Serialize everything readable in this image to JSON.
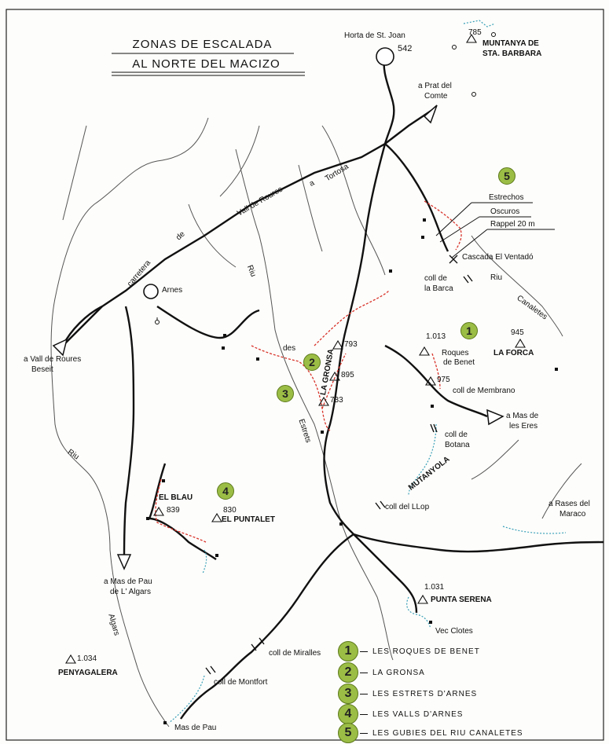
{
  "title": {
    "line1": "ZONAS DE ESCALADA",
    "line2": "AL NORTE DEL MACIZO"
  },
  "colors": {
    "zone_fill": "#9bbd45",
    "route_red": "#d8332a",
    "path_blue": "#3aa0b8",
    "road": "#111111",
    "river": "#444444"
  },
  "places": {
    "horta": "Horta de St. Joan",
    "horta_alt": "542",
    "santa_barbara_alt": "785",
    "santa_barbara_1": "MUNTANYA DE",
    "santa_barbara_2": "STA. BARBARA",
    "prat_1": "a Prat del",
    "prat_2": "Comte",
    "estrechos": "Estrechos",
    "oscuros": "Oscuros",
    "rappel": "Rappel 20 m",
    "cascada": "Cascada El Ventadó",
    "coll_barca_1": "coll de",
    "coll_barca_2": "la Barca",
    "riu_east": "Riu",
    "canaletes": "Canaletes",
    "arnes": "Arnes",
    "vall_roures_1": "a Vall de Roures",
    "vall_roures_2": "Beseit",
    "alt_1013": "1.013",
    "roques_1": "Roques",
    "roques_2": "de Benet",
    "alt_945": "945",
    "la_forca": "LA FORCA",
    "alt_793": "793",
    "alt_895": "895",
    "la_gronsa": "LA GRONSA",
    "alt_733": "733",
    "alt_975": "975",
    "coll_membrano": "coll de Membrano",
    "mas_eres_1": "a Mas de",
    "mas_eres_2": "les Eres",
    "coll_botana_1": "coll de",
    "coll_botana_2": "Botana",
    "mutanyola": "MUTANYOLA",
    "estrets": "Estrets",
    "des": "des",
    "riu_center": "Riu",
    "riu_west": "Riu",
    "el_blau": "EL BLAU",
    "alt_839": "839",
    "alt_830": "830",
    "el_puntalet": "EL PUNTALET",
    "coll_llop": "coll del LLop",
    "rases_1": "a Rases del",
    "rases_2": "Maraco",
    "mas_pau_a_1": "a Mas de Pau",
    "mas_pau_a_2": "de L' Algars",
    "alt_1031": "1.031",
    "punta_serena": "PUNTA SERENA",
    "vec_clotes": "Vec Clotes",
    "algars": "Algars",
    "alt_1034": "1.034",
    "penyagalera": "PENYAGALERA",
    "coll_miralles": "coll de Miralles",
    "coll_montfort": "coll de Montfort",
    "mas_pau": "Mas de Pau",
    "road_1": "carretera",
    "road_2": "de",
    "road_3": "Vall de Roures",
    "road_4": "a",
    "road_5": "Tortosa"
  },
  "zone_badges": [
    {
      "num": "1"
    },
    {
      "num": "2"
    },
    {
      "num": "3"
    },
    {
      "num": "4"
    },
    {
      "num": "5"
    }
  ],
  "legend": [
    {
      "num": "1",
      "label": "LES ROQUES DE BENET"
    },
    {
      "num": "2",
      "label": "LA GRONSA"
    },
    {
      "num": "3",
      "label": "LES ESTRETS D'ARNES"
    },
    {
      "num": "4",
      "label": "LES VALLS D'ARNES"
    },
    {
      "num": "5",
      "label": "LES GUBIES DEL RIU CANALETES"
    }
  ]
}
